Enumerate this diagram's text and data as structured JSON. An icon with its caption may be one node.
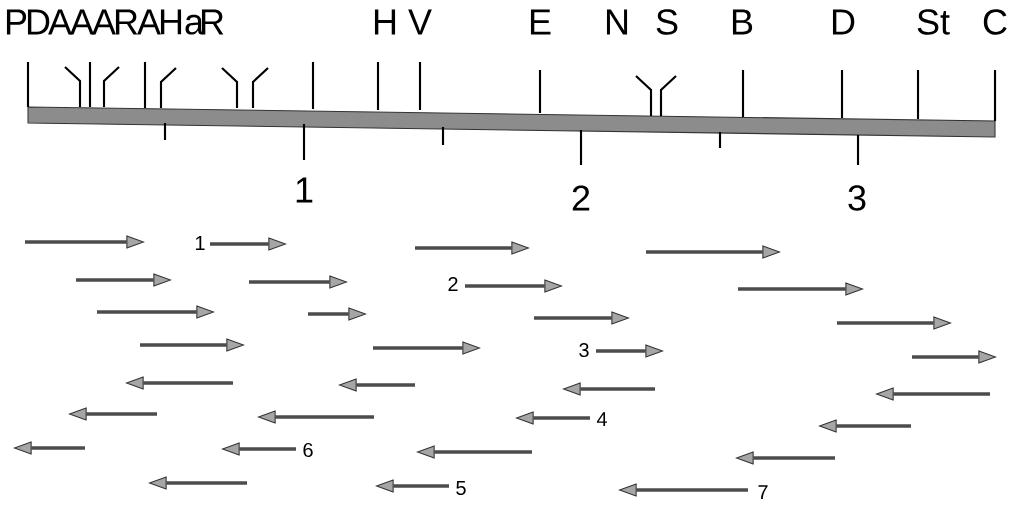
{
  "diagram": {
    "labels": [
      "P",
      "D",
      "A",
      "A",
      "A",
      "R",
      "A",
      "Ha",
      "R",
      "H",
      "V",
      "E",
      "N",
      "S",
      "B",
      "D",
      "St",
      "C",
      "1",
      "2",
      "3",
      "1",
      "2",
      "3",
      "4",
      "6",
      "5",
      "7"
    ]
  }
}
